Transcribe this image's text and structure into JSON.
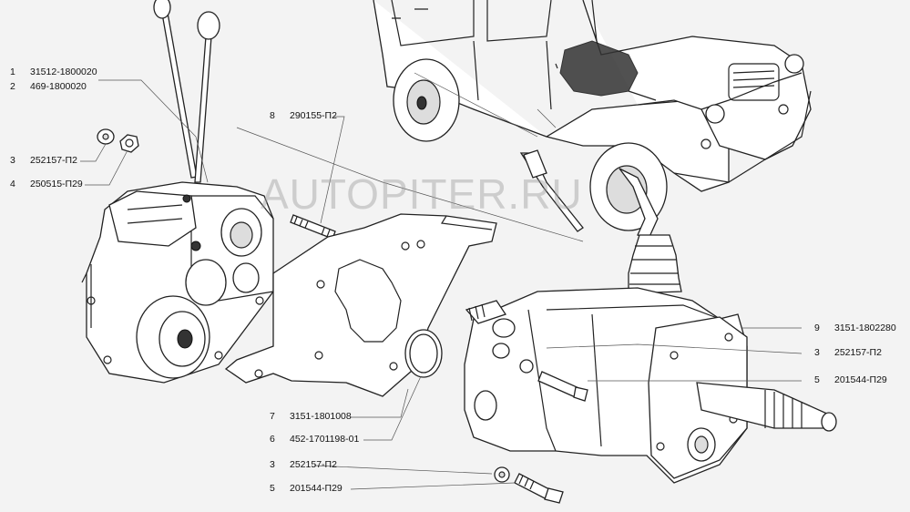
{
  "watermark": "AUTOPITER.RU",
  "callouts": [
    {
      "num": "1",
      "part": "31512-1800020"
    },
    {
      "num": "2",
      "part": "469-1800020"
    },
    {
      "num": "3",
      "part": "252157-П2"
    },
    {
      "num": "4",
      "part": "250515-П29"
    },
    {
      "num": "8",
      "part": "290155-П2"
    },
    {
      "num": "9",
      "part": "3151-1802280"
    },
    {
      "num": "3",
      "part": "252157-П2"
    },
    {
      "num": "5",
      "part": "201544-П29"
    },
    {
      "num": "7",
      "part": "3151-1801008"
    },
    {
      "num": "6",
      "part": "452-1701198-01"
    },
    {
      "num": "3",
      "part": "252157-П2"
    },
    {
      "num": "5",
      "part": "201544-П29"
    }
  ]
}
